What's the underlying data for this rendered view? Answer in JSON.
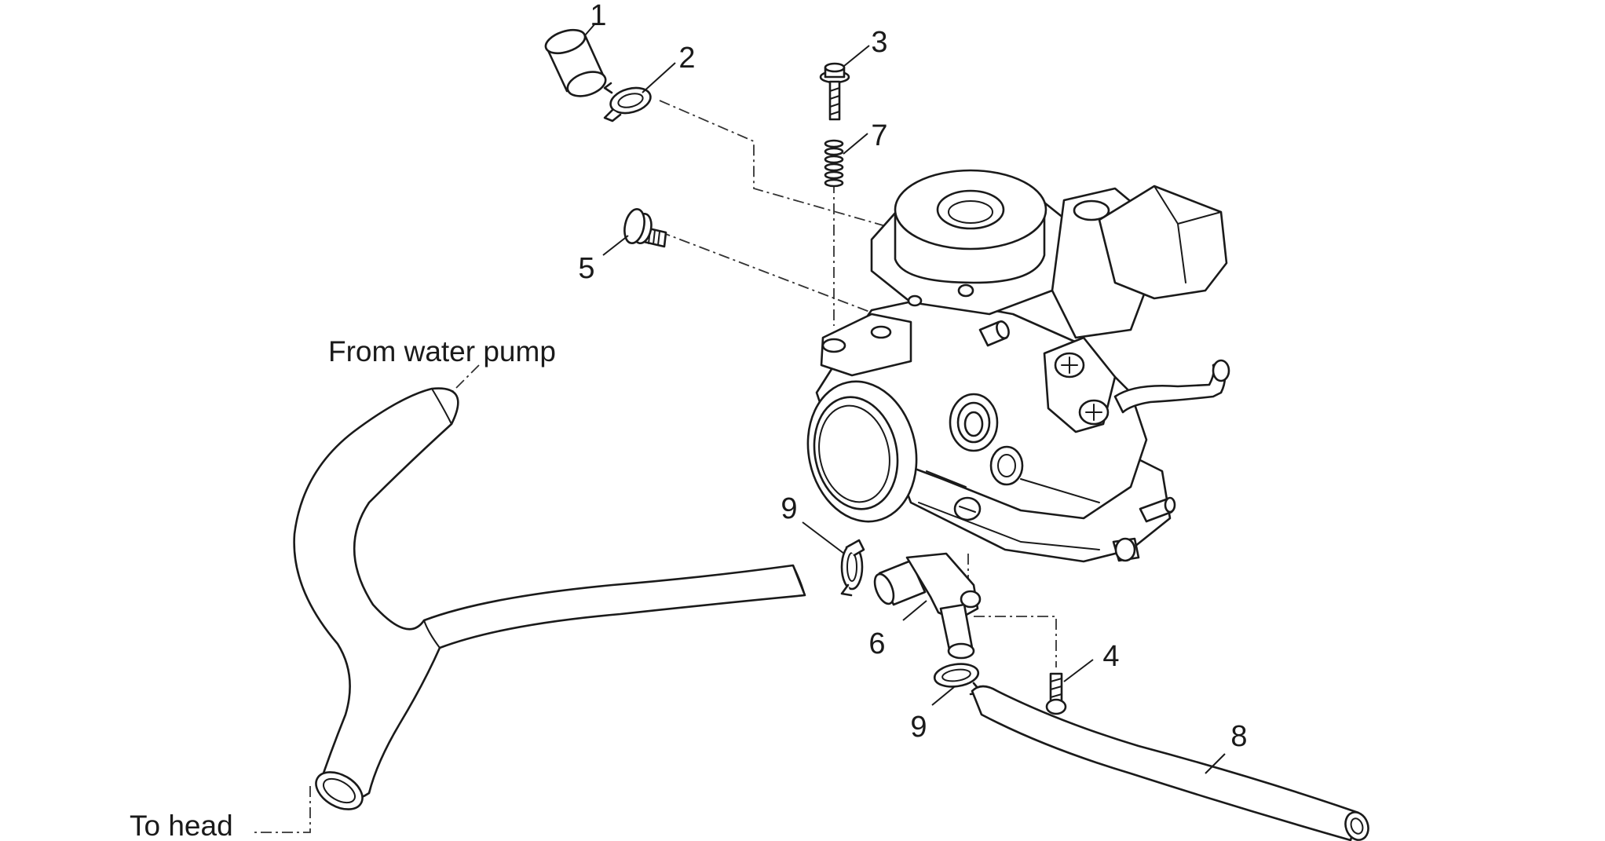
{
  "callouts": [
    "1",
    "2",
    "3",
    "7",
    "5",
    "9",
    "6",
    "4",
    "9",
    "8"
  ],
  "captions": {
    "from_water_pump": "From water pump",
    "to_head": "To head"
  }
}
